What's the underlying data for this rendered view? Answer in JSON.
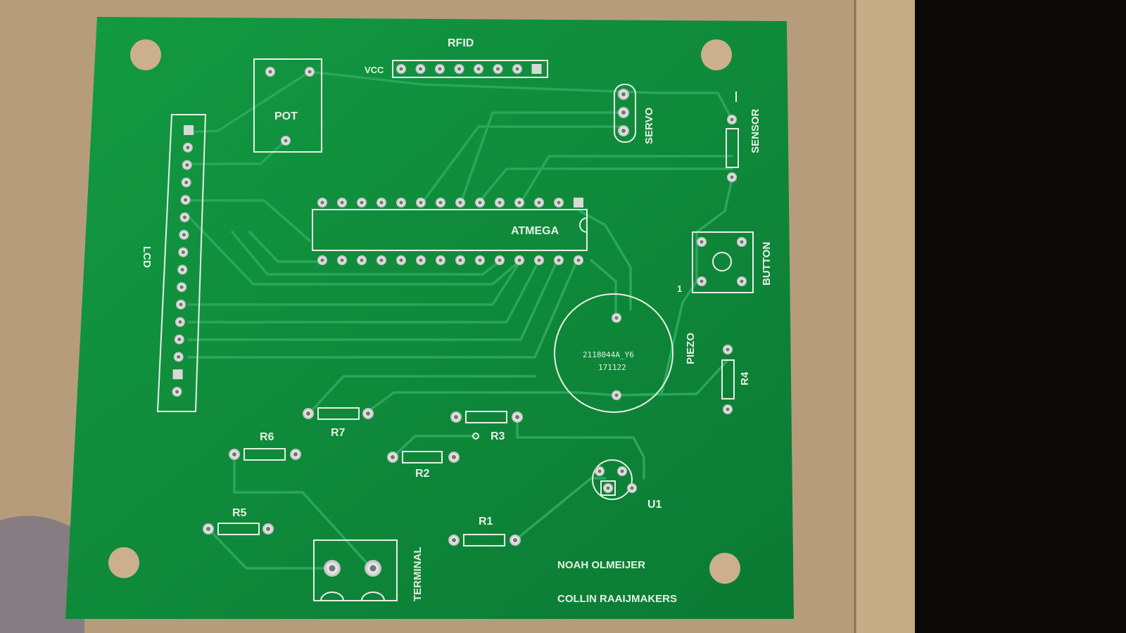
{
  "board": {
    "labels": {
      "rfid": "RFID",
      "vcc": "VCC",
      "pot": "POT",
      "servo": "SERVO",
      "sensor": "SENSOR",
      "lcd": "LCD",
      "atmega": "ATMEGA",
      "button": "BUTTON",
      "pin_one": "1",
      "piezo": "PIEZO",
      "piezo_code_1": "2118044A_Y6",
      "piezo_code_2": "171122",
      "r1": "R1",
      "r2": "R2",
      "r3": "R3",
      "r4": "R4",
      "r5": "R5",
      "r6": "R6",
      "r7": "R7",
      "u1": "U1",
      "terminal": "TERMINAL",
      "author_1": "NOAH OLMEIJER",
      "author_2": "COLLIN RAAIJMAKERS"
    }
  },
  "colors": {
    "cardboard": "#b79c7c",
    "board_green": "#0f8a3a",
    "trace_green": "#2aa75a",
    "silkscreen": "#e8efe6",
    "pad_silver": "#c9c9c9",
    "dark_area": "#0b0908"
  }
}
